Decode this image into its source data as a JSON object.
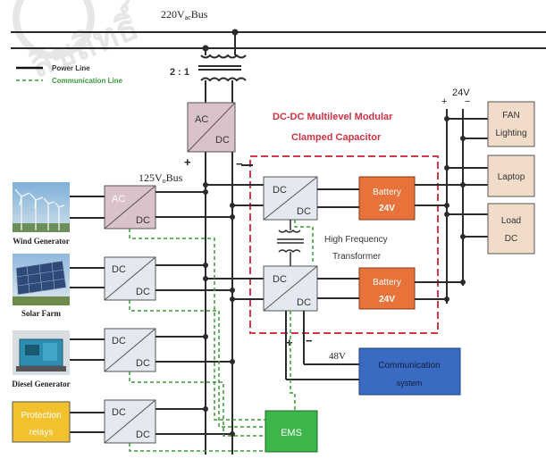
{
  "bus_ac": "220V",
  "bus_ac_sub": "ac",
  "bus_ac_tail": "Bus",
  "bus_dc": "125V",
  "bus_dc_sub": "o",
  "bus_dc_tail": "Bus",
  "ratio": "2 : 1",
  "legend": {
    "power": "Power Line",
    "comm": "Communication Line"
  },
  "watermark": "ลิขสิทธิ์",
  "v24": "24V",
  "v48": "48V",
  "title_line1": "DC-DC Multilevel Modular",
  "title_line2": "Clamped Capacitor",
  "hft_line1": "High Frequency",
  "hft_line2": "Transformer",
  "converter": {
    "ac": "AC",
    "dc": "DC"
  },
  "battery": {
    "line1": "Battery",
    "line2": "24V"
  },
  "loads": {
    "fan_line1": "FAN",
    "fan_line2": "Lighting",
    "laptop": "Laptop",
    "load_line1": "Load",
    "load_line2": "DC"
  },
  "sources": {
    "wind": "Wind Generator",
    "solar": "Solar Farm",
    "diesel": "Diesel Generator",
    "protection_line1": "Protection",
    "protection_line2": "relays"
  },
  "comm_system": {
    "line1": "Communication",
    "line2": "system"
  },
  "ems": "EMS",
  "plus": "+",
  "minus": "−",
  "colors": {
    "ac_converter": "#d9c3c8",
    "dc_converter": "#e3e9ee",
    "battery": "#e8733a",
    "load": "#f0dcc8",
    "comm_box": "#3b6ac2",
    "ems": "#3cb54a",
    "protection": "#f2c12e",
    "dashed_border": "#d23a4c",
    "title": "#cc3344",
    "comm_line": "#3a9a3a"
  }
}
